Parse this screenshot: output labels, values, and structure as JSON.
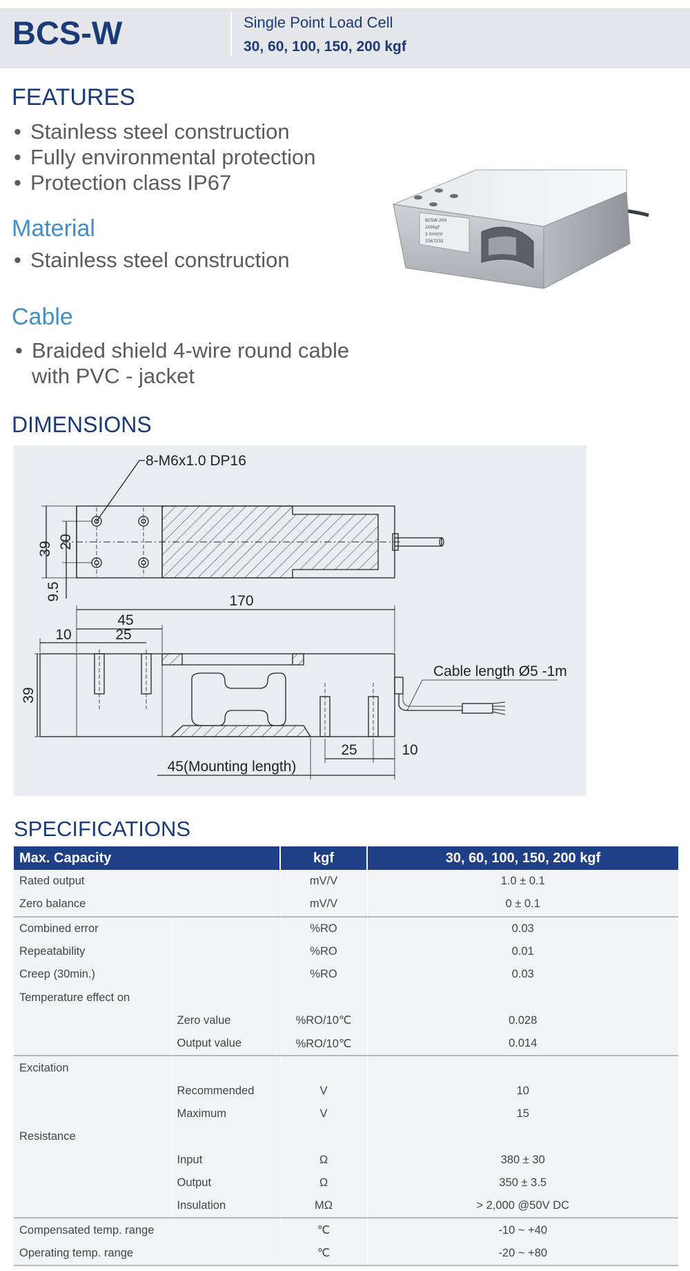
{
  "header": {
    "model": "BCS-W",
    "product_type": "Single Point Load Cell",
    "capacities": "30, 60, 100, 150, 200 kgf"
  },
  "features": {
    "title": "FEATURES",
    "items": [
      "Stainless steel construction",
      "Fully environmental protection",
      "Protection class IP67"
    ]
  },
  "material": {
    "title": "Material",
    "items": [
      "Stainless steel construction"
    ]
  },
  "cable": {
    "title": "Cable",
    "item_line1": "Braided shield 4-wire round cable",
    "item_line2": "with PVC - jacket"
  },
  "photo": {
    "label_model": "BCSW-200",
    "label_cap": "200kgf",
    "label_out": "2.0mV/V",
    "label_serial": "1567232"
  },
  "dimensions": {
    "title": "DIMENSIONS",
    "thread_callout": "8-M6x1.0 DP16",
    "dim_39_top": "39",
    "dim_20": "20",
    "dim_9_5": "9.5",
    "dim_170": "170",
    "dim_45": "45",
    "dim_10_left": "10",
    "dim_25_left": "25",
    "dim_39_side": "39",
    "dim_25_right": "25",
    "dim_10_right": "10",
    "mounting_length": "45(Mounting length)",
    "cable_length": "Cable length Ø5 -1m"
  },
  "specifications": {
    "title": "SPECIFICATIONS",
    "header": {
      "param": "Max. Capacity",
      "unit": "kgf",
      "value": "30, 60, 100, 150, 200 kgf"
    },
    "rows": [
      {
        "label": "Rated output",
        "sub": "",
        "unit": "mV/V",
        "value": "1.0 ± 0.1"
      },
      {
        "label": "Zero balance",
        "sub": "",
        "unit": "mV/V",
        "value": "0 ± 0.1"
      },
      {
        "label": "Combined error",
        "sub": "",
        "unit": "%RO",
        "value": "0.03"
      },
      {
        "label": "Repeatability",
        "sub": "",
        "unit": "%RO",
        "value": "0.01"
      },
      {
        "label": "Creep (30min.)",
        "sub": "",
        "unit": "%RO",
        "value": "0.03"
      },
      {
        "label": "Temperature effect on",
        "sub": "",
        "unit": "",
        "value": ""
      },
      {
        "label": "",
        "sub": "Zero value",
        "unit": "%RO/10℃",
        "value": "0.028"
      },
      {
        "label": "",
        "sub": "Output  value",
        "unit": "%RO/10℃",
        "value": "0.014"
      },
      {
        "label": "Excitation",
        "sub": "",
        "unit": "",
        "value": ""
      },
      {
        "label": "",
        "sub": "Recommended",
        "unit": "V",
        "value": "10"
      },
      {
        "label": "",
        "sub": "Maximum",
        "unit": "V",
        "value": "15"
      },
      {
        "label": "Resistance",
        "sub": "",
        "unit": "",
        "value": ""
      },
      {
        "label": "",
        "sub": "Input",
        "unit": "Ω",
        "value": "380 ± 30"
      },
      {
        "label": "",
        "sub": "Output",
        "unit": "Ω",
        "value": "350 ± 3.5"
      },
      {
        "label": "",
        "sub": "Insulation",
        "unit": "MΩ",
        "value": "> 2,000 @50V DC"
      },
      {
        "label": "Compensated temp. range",
        "sub": "",
        "unit": "℃",
        "value": "-10 ~ +40"
      },
      {
        "label": "Operating temp. range",
        "sub": "",
        "unit": "℃",
        "value": "-20 ~ +80"
      }
    ]
  }
}
